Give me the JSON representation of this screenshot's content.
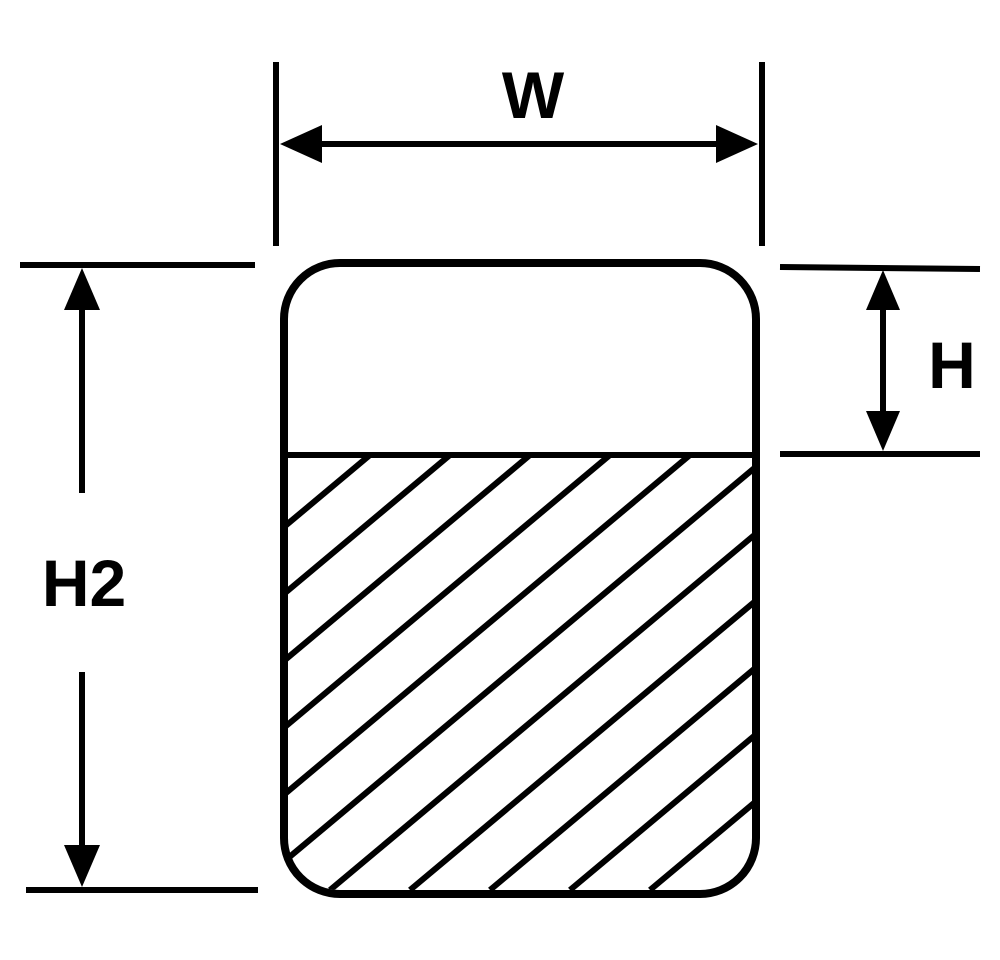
{
  "labels": {
    "width": "W",
    "height": "H",
    "total_height": "H2"
  },
  "colors": {
    "line": "#000000",
    "background": "#ffffff"
  }
}
